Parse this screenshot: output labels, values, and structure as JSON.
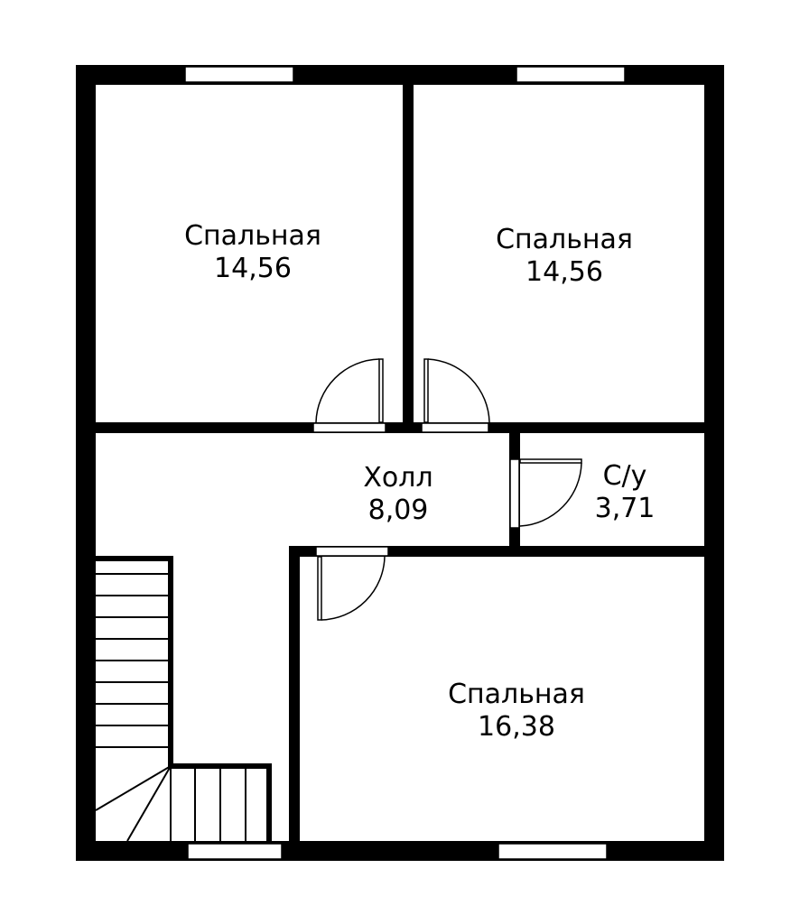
{
  "colors": {
    "wall": "#000000",
    "floor": "#ffffff",
    "line": "#000000"
  },
  "rooms": [
    {
      "name": "Спальная",
      "area": "14,56"
    },
    {
      "name": "Спальная",
      "area": "14,56"
    },
    {
      "name": "Холл",
      "area": "8,09"
    },
    {
      "name": "С/у",
      "area": "3,71"
    },
    {
      "name": "Спальная",
      "area": "16,38"
    }
  ]
}
